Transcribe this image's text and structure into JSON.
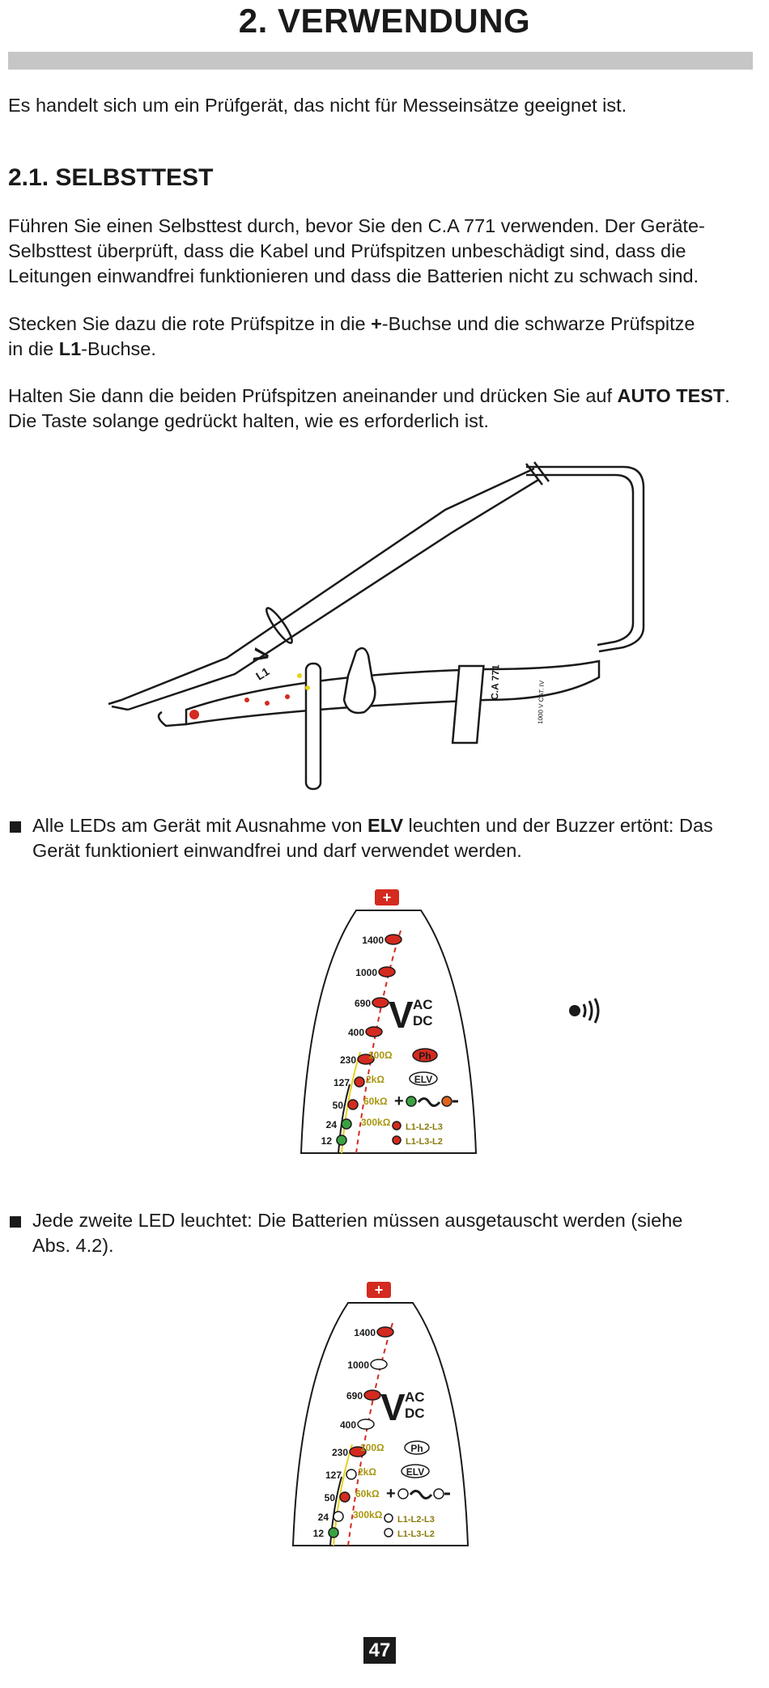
{
  "page_title": "2. VERWENDUNG",
  "intro": "Es handelt sich um ein Prüfgerät, das nicht für Messeinsätze geeignet ist.",
  "section_2_1": {
    "heading": "2.1. SELBSTTEST",
    "para1": [
      "Führen Sie einen Selbsttest durch, bevor Sie den C.A 771 verwenden. Der Geräte-",
      "Selbsttest überprüft, dass die Kabel und Prüfspitzen unbeschädigt sind, dass die",
      "Leitungen einwandfrei funktionieren und dass die Batterien nicht zu schwach sind."
    ],
    "para2": {
      "a": "Stecken Sie dazu die rote Prüfspitze in die ",
      "plus": "+",
      "b": "-Buchse und die schwarze Prüfspitze",
      "c": "in die ",
      "l1": "L1",
      "d": "-Buchse."
    },
    "para3": {
      "a": "Halten Sie dann die beiden Prüfspitzen aneinander und drücken Sie auf ",
      "auto_test": "AUTO TEST",
      "b": ".",
      "c": "Die Taste solange gedrückt halten, wie es erforderlich ist."
    }
  },
  "device_figure": {
    "probe_label": "L1",
    "model": "C.A 771",
    "rating": "1000 V CAT. IV"
  },
  "bullet1": {
    "a": "Alle LEDs am Gerät mit Ausnahme von ",
    "elv": "ELV",
    "b": " leuchten und der Buzzer ertönt: Das",
    "c": "Gerät funktioniert einwandfrei und darf verwendet werden."
  },
  "bullet2": {
    "a": "Jede zweite LED leuchtet: Die Batterien müssen ausgetauscht werden (siehe",
    "b": "Abs. 4.2)."
  },
  "led_panel": {
    "plus": "+",
    "voltages": [
      "1400",
      "1000",
      "690",
      "400",
      "230",
      "127",
      "50",
      "24",
      "12"
    ],
    "v": "V",
    "ac": "AC",
    "dc": "DC",
    "ohms": [
      "100Ω",
      "2kΩ",
      "60kΩ",
      "300kΩ"
    ],
    "ph": "Ph",
    "elv": "ELV",
    "rotation": [
      "L1-L2-L3",
      "L1-L3-L2"
    ],
    "colors": {
      "red": "#d42a1f",
      "green": "#3aa241",
      "yellow": "#e5d21c",
      "off": "#ffffff"
    }
  },
  "page_number": "47"
}
